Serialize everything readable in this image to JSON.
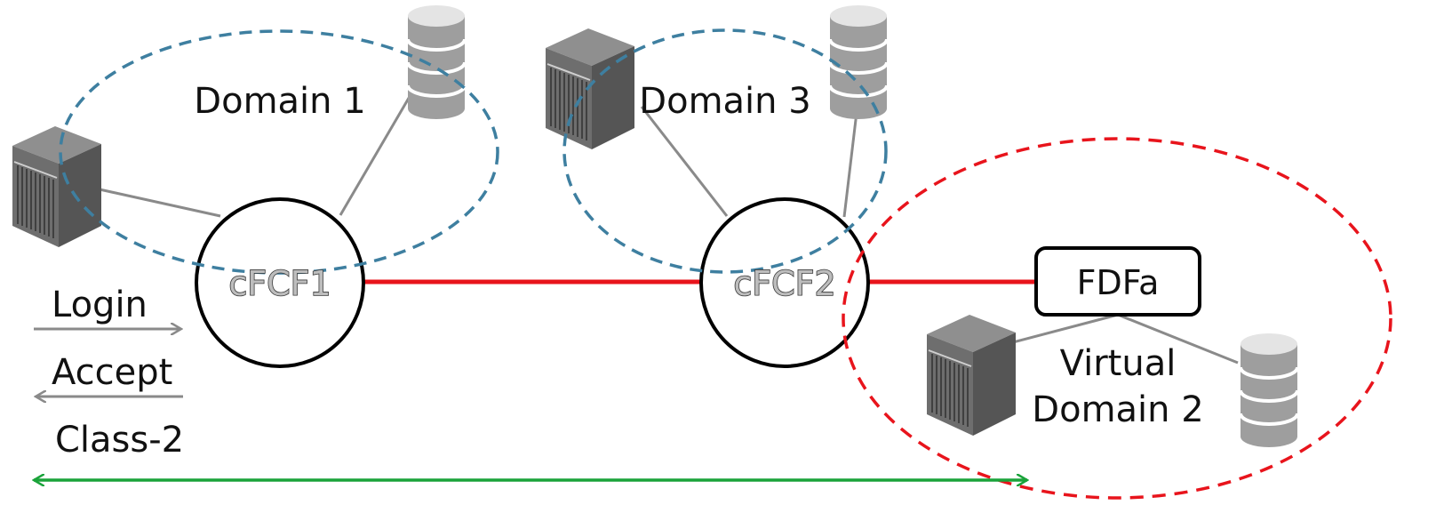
{
  "diagram": {
    "domains": {
      "domain1": "Domain 1",
      "domain3": "Domain 3",
      "virtual_domain2_line1": "Virtual",
      "virtual_domain2_line2": "Domain 2"
    },
    "nodes": {
      "cfcf1": "cFCF1",
      "cfcf2": "cFCF2",
      "fdfa": "FDFa"
    },
    "messages": {
      "login": "Login",
      "accept": "Accept",
      "class2": "Class-2"
    },
    "icons": [
      "server-icon",
      "database-icon"
    ],
    "colors": {
      "domain_boundary": "#3e7fa0",
      "virtual_domain_boundary": "#e8141c",
      "fabric_link": "#e8141c",
      "class2_arrow": "#1aa33a",
      "gray_link": "#8a8a8a"
    }
  }
}
